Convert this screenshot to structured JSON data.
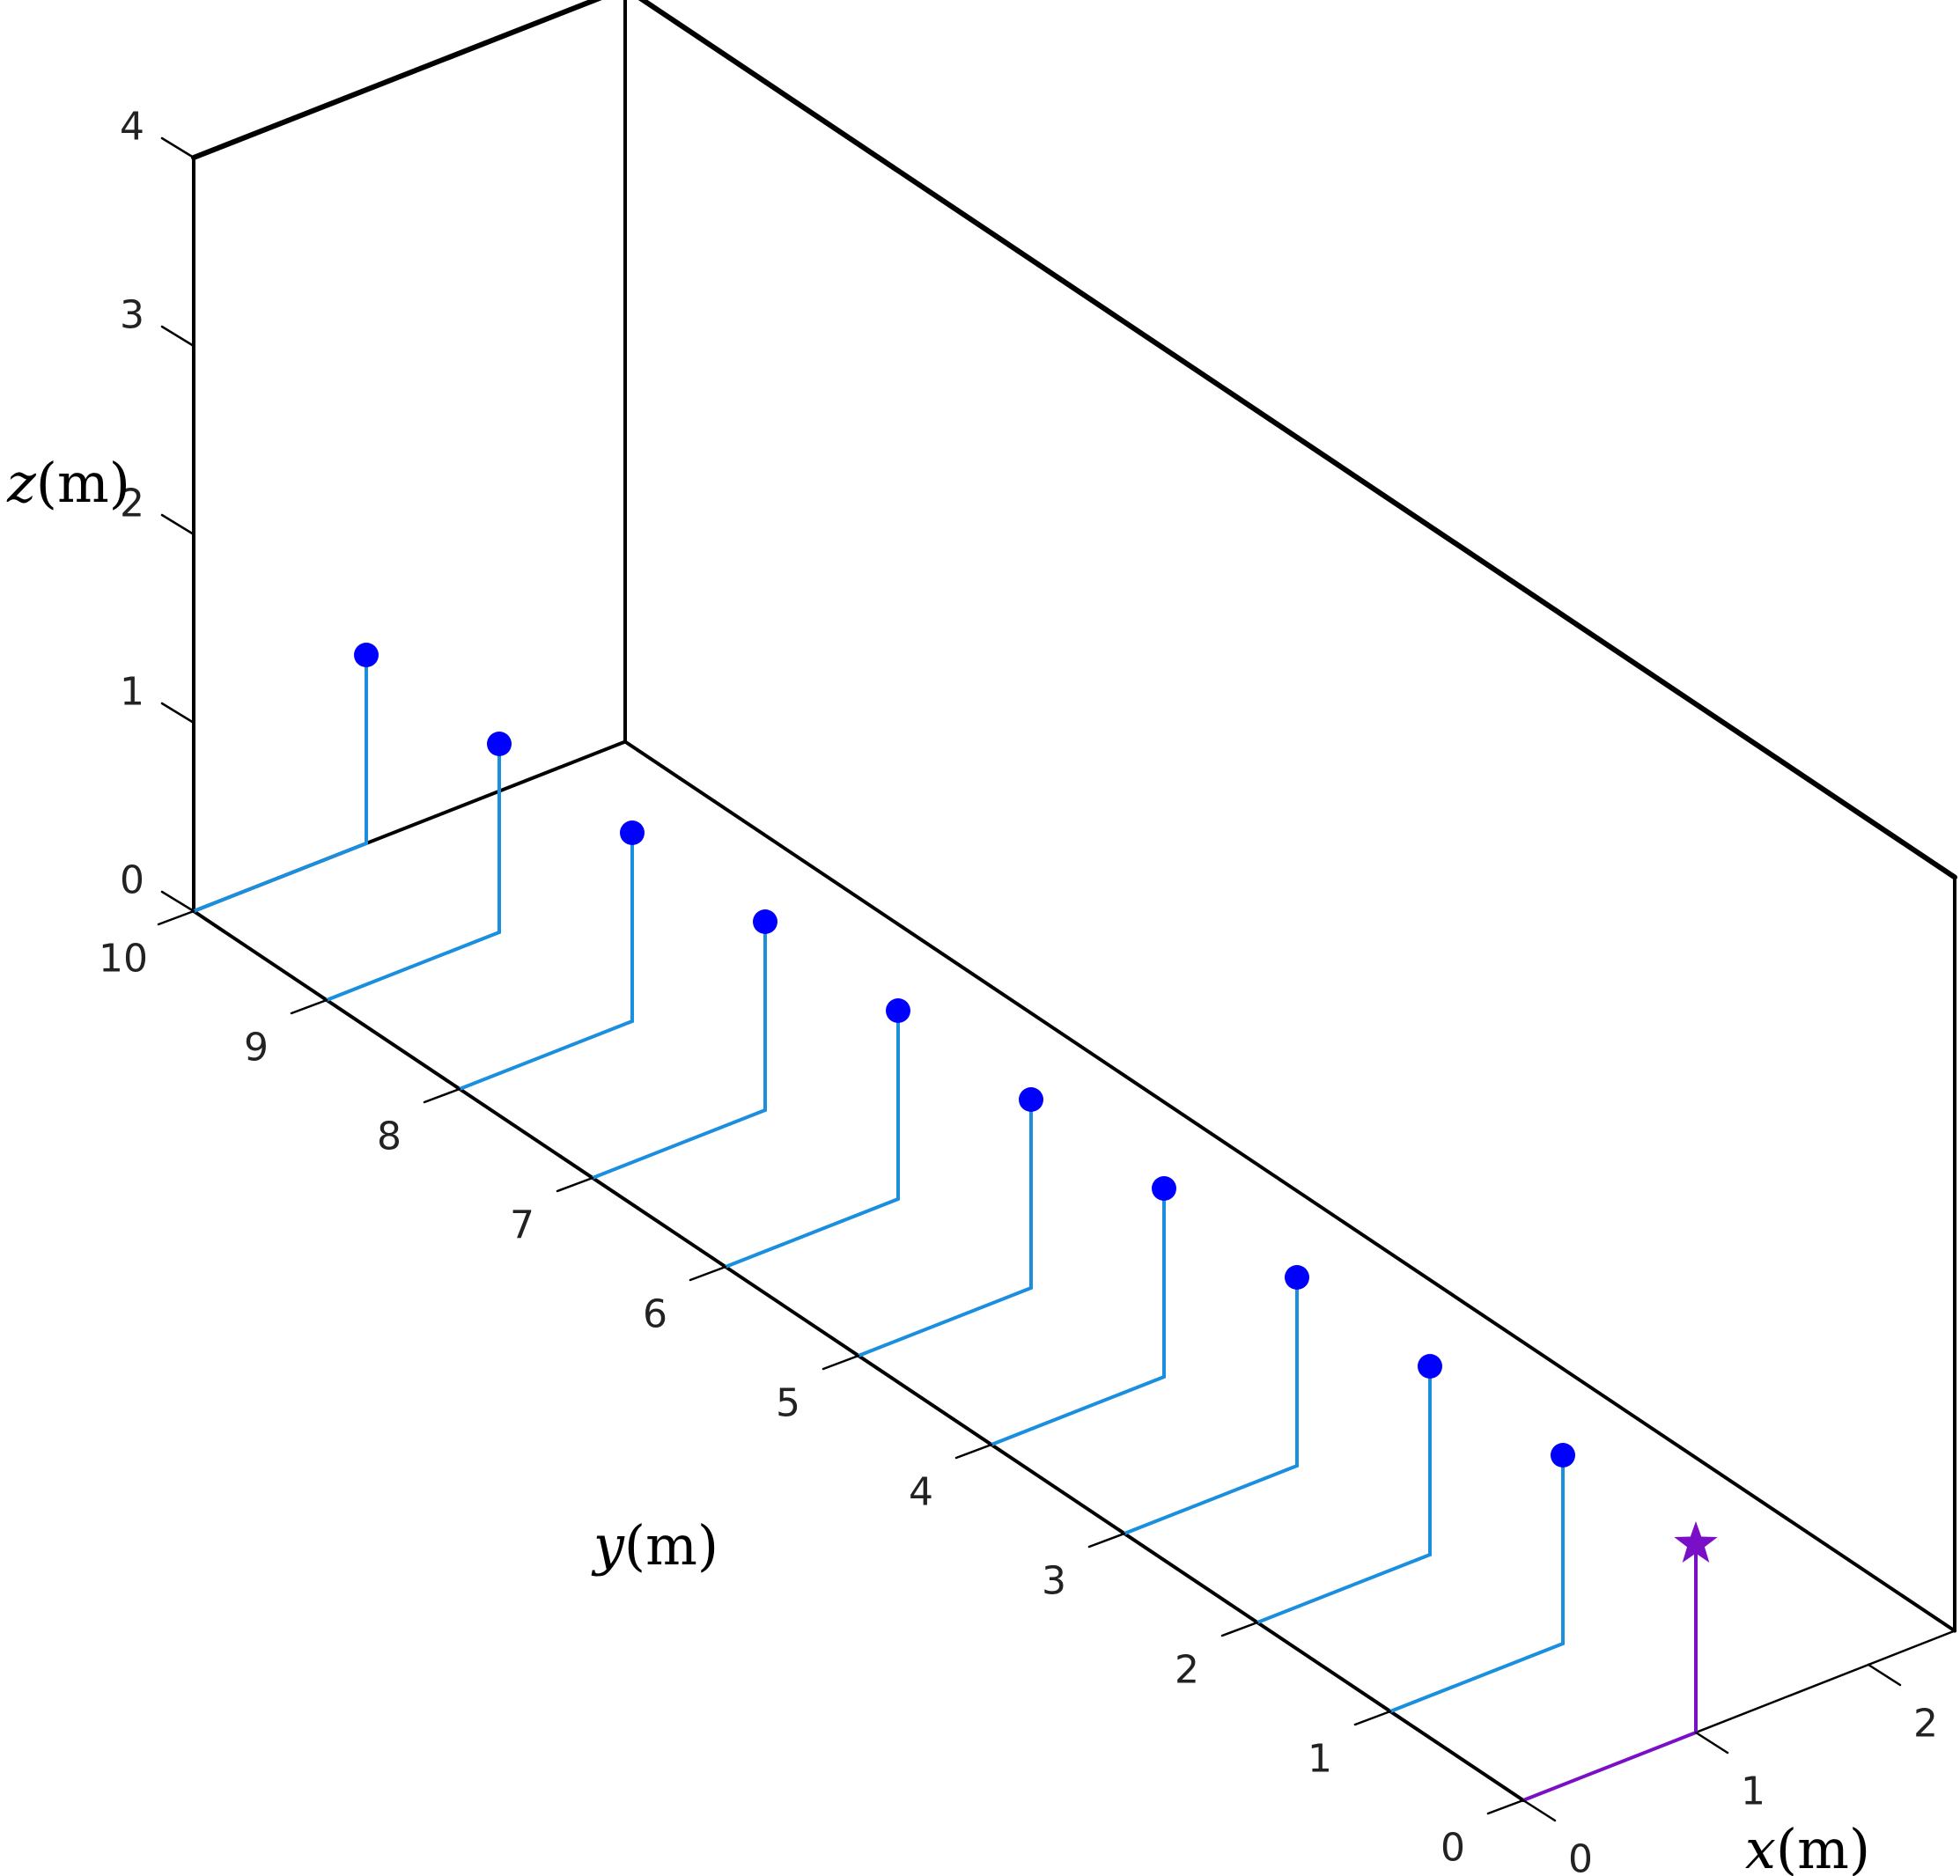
{
  "chart_data": {
    "type": "3d-stem",
    "xlabel": {
      "var": "x",
      "unit": "(m)"
    },
    "ylabel": {
      "var": "y",
      "unit": "(m)"
    },
    "zlabel": {
      "var": "z",
      "unit": "(m)"
    },
    "xlim": [
      0,
      2.5
    ],
    "ylim": [
      0,
      10
    ],
    "zlim": [
      0,
      4
    ],
    "x_ticks": [
      "0",
      "1",
      "2"
    ],
    "y_ticks": [
      "0",
      "1",
      "2",
      "3",
      "4",
      "5",
      "6",
      "7",
      "8",
      "9",
      "10"
    ],
    "z_ticks": [
      "0",
      "1",
      "2",
      "3",
      "4"
    ],
    "grid": false,
    "series": [
      {
        "marker": "circle",
        "color": "#0000ff",
        "stem_color": "#1a8fdf",
        "points": [
          {
            "x": 1,
            "y": 1,
            "z": 1
          },
          {
            "x": 1,
            "y": 2,
            "z": 1
          },
          {
            "x": 1,
            "y": 3,
            "z": 1
          },
          {
            "x": 1,
            "y": 4,
            "z": 1
          },
          {
            "x": 1,
            "y": 5,
            "z": 1
          },
          {
            "x": 1,
            "y": 6,
            "z": 1
          },
          {
            "x": 1,
            "y": 7,
            "z": 1
          },
          {
            "x": 1,
            "y": 8,
            "z": 1
          },
          {
            "x": 1,
            "y": 9,
            "z": 1
          },
          {
            "x": 1,
            "y": 10,
            "z": 1
          }
        ]
      },
      {
        "marker": "star",
        "color": "#7a0fc8",
        "stem_color": "#7a0fc8",
        "points": [
          {
            "x": 1,
            "y": 0,
            "z": 1
          }
        ]
      }
    ]
  }
}
